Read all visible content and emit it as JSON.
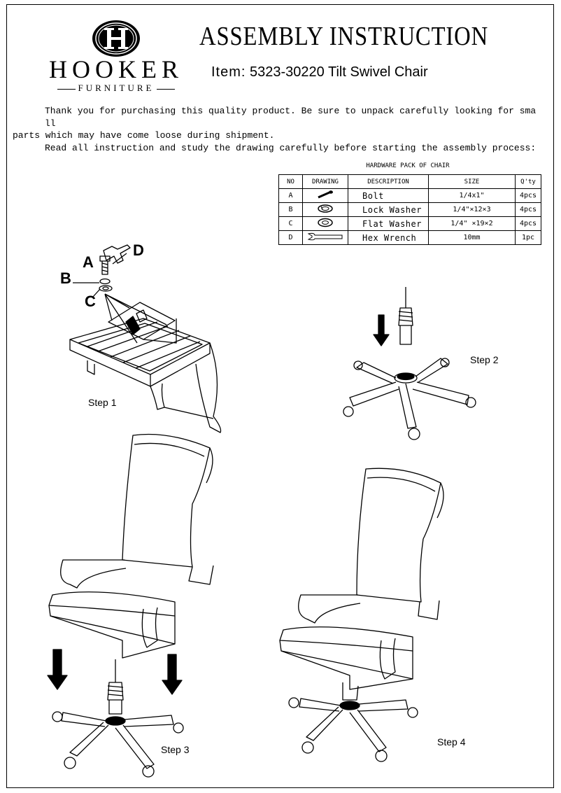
{
  "header": {
    "brand": "HOOKER",
    "brand_sub": "FURNITURE",
    "logo_letter": "H",
    "title": "ASSEMBLY INSTRUCTION",
    "item_label": "Item:",
    "item_number": "5323-30220",
    "item_name": "Tilt Swivel Chair"
  },
  "intro": {
    "line1": "Thank you for purchasing this quality product. Be sure to unpack carefully looking for sma   ll",
    "line2": "parts which may have come loose during shipment.",
    "line3": "Read all instruction and study the drawing carefully before starting the assembly process:"
  },
  "hardware": {
    "title": "HARDWARE PACK OF CHAIR",
    "headers": {
      "no": "NO",
      "drawing": "DRAWING",
      "description": "DESCRIPTION",
      "size": "SIZE",
      "qty": "Q'ty"
    },
    "rows": [
      {
        "no": "A",
        "icon": "bolt-icon",
        "description": "Bolt",
        "size": "1/4x1\"",
        "qty": "4pcs"
      },
      {
        "no": "B",
        "icon": "lock-washer-icon",
        "description": "Lock Washer",
        "size": "1/4\"×12×3",
        "qty": "4pcs"
      },
      {
        "no": "C",
        "icon": "flat-washer-icon",
        "description": "Flat Washer",
        "size": "1/4\"    ×19×2",
        "qty": "4pcs"
      },
      {
        "no": "D",
        "icon": "hex-wrench-icon",
        "description": "Hex Wrench",
        "size": "10mm",
        "qty": "1pc"
      }
    ]
  },
  "parts": {
    "a": "A",
    "b": "B",
    "c": "C",
    "d": "D"
  },
  "steps": {
    "s1": "Step 1",
    "s2": "Step 2",
    "s3": "Step 3",
    "s4": "Step 4"
  }
}
